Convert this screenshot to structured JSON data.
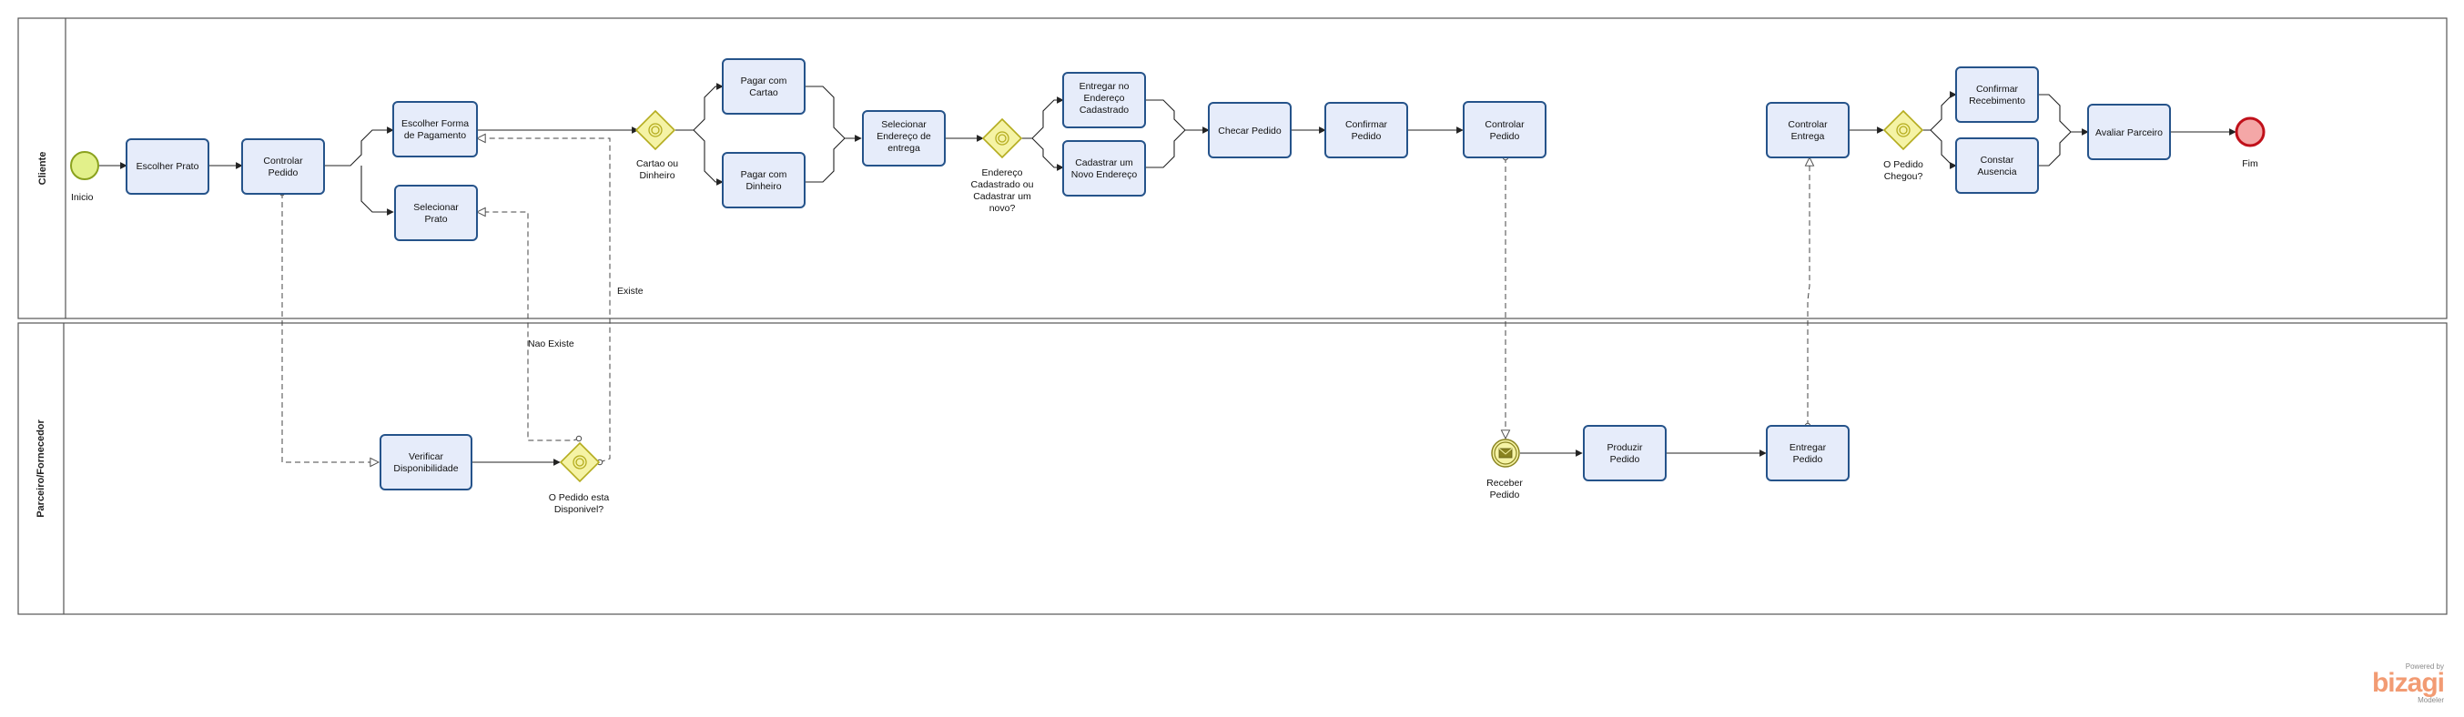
{
  "lanes": [
    {
      "id": "cliente",
      "label": "Cliente"
    },
    {
      "id": "parceiro",
      "label": "Parceiro/Fornecedor"
    }
  ],
  "nodes": [
    {
      "id": "inicio",
      "type": "start",
      "label": "Inicio",
      "fill": "#e2f08a",
      "stroke": "#8aa11e"
    },
    {
      "id": "escolher_prato",
      "type": "task",
      "label": "Escolher Prato"
    },
    {
      "id": "controlar_pedido",
      "type": "task",
      "label": "Controlar Pedido"
    },
    {
      "id": "escolher_forma_pagamento",
      "type": "task",
      "label": "Escolher Forma de Pagamento"
    },
    {
      "id": "selecionar_prato",
      "type": "task",
      "label": "Selecionar Prato"
    },
    {
      "id": "gw_cartao_dinheiro",
      "type": "gateway",
      "label": "Cartao ou Dinheiro"
    },
    {
      "id": "pagar_cartao",
      "type": "task",
      "label": "Pagar com Cartao"
    },
    {
      "id": "pagar_dinheiro",
      "type": "task",
      "label": "Pagar com Dinheiro"
    },
    {
      "id": "selecionar_endereco",
      "type": "task",
      "label": "Selecionar Endereço de entrega"
    },
    {
      "id": "gw_endereco",
      "type": "gateway",
      "label": "Endereço Cadastrado ou Cadastrar um novo?"
    },
    {
      "id": "entregar_endereco",
      "type": "task",
      "label": "Entregar no Endereço Cadastrado"
    },
    {
      "id": "cadastrar_endereco",
      "type": "task",
      "label": "Cadastrar um Novo Endereço"
    },
    {
      "id": "checar_pedido",
      "type": "task",
      "label": "Checar Pedido"
    },
    {
      "id": "confirmar_pedido",
      "type": "task",
      "label": "Confirmar Pedido"
    },
    {
      "id": "controlar_pedido_2",
      "type": "task",
      "label": "Controlar Pedido"
    },
    {
      "id": "controlar_entrega",
      "type": "task",
      "label": "Controlar Entrega"
    },
    {
      "id": "gw_pedido_chegou",
      "type": "gateway",
      "label": "O Pedido Chegou?"
    },
    {
      "id": "confirmar_recebimento",
      "type": "task",
      "label": "Confirmar Recebimento"
    },
    {
      "id": "constar_ausencia",
      "type": "task",
      "label": "Constar Ausencia"
    },
    {
      "id": "avaliar_parceiro",
      "type": "task",
      "label": "Avaliar Parceiro"
    },
    {
      "id": "fim",
      "type": "end",
      "label": "Fim",
      "fill": "#f4a7a7",
      "stroke": "#c0101a"
    },
    {
      "id": "verificar_disponibilidade",
      "type": "task",
      "label": "Verificar Disponibilidade"
    },
    {
      "id": "gw_disponivel",
      "type": "gateway",
      "label": "O Pedido esta Disponivel?"
    },
    {
      "id": "receber_pedido",
      "type": "message-event",
      "label": "Receber Pedido"
    },
    {
      "id": "produzir_pedido",
      "type": "task",
      "label": "Produzir Pedido"
    },
    {
      "id": "entregar_pedido",
      "type": "task",
      "label": "Entregar Pedido"
    }
  ],
  "flow_labels": {
    "existe": "Existe",
    "nao_existe": "Nao Existe"
  },
  "sequence_flows": [
    [
      "inicio",
      "escolher_prato"
    ],
    [
      "escolher_prato",
      "controlar_pedido"
    ],
    [
      "controlar_pedido",
      "escolher_forma_pagamento"
    ],
    [
      "controlar_pedido",
      "selecionar_prato"
    ],
    [
      "escolher_forma_pagamento",
      "gw_cartao_dinheiro"
    ],
    [
      "gw_cartao_dinheiro",
      "pagar_cartao"
    ],
    [
      "gw_cartao_dinheiro",
      "pagar_dinheiro"
    ],
    [
      "pagar_cartao",
      "selecionar_endereco"
    ],
    [
      "pagar_dinheiro",
      "selecionar_endereco"
    ],
    [
      "selecionar_endereco",
      "gw_endereco"
    ],
    [
      "gw_endereco",
      "entregar_endereco"
    ],
    [
      "gw_endereco",
      "cadastrar_endereco"
    ],
    [
      "entregar_endereco",
      "checar_pedido"
    ],
    [
      "cadastrar_endereco",
      "checar_pedido"
    ],
    [
      "checar_pedido",
      "confirmar_pedido"
    ],
    [
      "confirmar_pedido",
      "controlar_pedido_2"
    ],
    [
      "controlar_entrega",
      "gw_pedido_chegou"
    ],
    [
      "gw_pedido_chegou",
      "confirmar_recebimento"
    ],
    [
      "gw_pedido_chegou",
      "constar_ausencia"
    ],
    [
      "confirmar_recebimento",
      "avaliar_parceiro"
    ],
    [
      "constar_ausencia",
      "avaliar_parceiro"
    ],
    [
      "avaliar_parceiro",
      "fim"
    ],
    [
      "verificar_disponibilidade",
      "gw_disponivel"
    ],
    [
      "receber_pedido",
      "produzir_pedido"
    ],
    [
      "produzir_pedido",
      "entregar_pedido"
    ]
  ],
  "message_flows": [
    [
      "controlar_pedido",
      "verificar_disponibilidade"
    ],
    [
      "gw_disponivel",
      "escolher_forma_pagamento",
      "existe"
    ],
    [
      "gw_disponivel",
      "selecionar_prato",
      "nao_existe"
    ],
    [
      "controlar_pedido_2",
      "receber_pedido"
    ],
    [
      "entregar_pedido",
      "controlar_entrega"
    ]
  ],
  "branding": {
    "powered": "Powered by",
    "logo": "bizagi",
    "product": "Modeler"
  }
}
